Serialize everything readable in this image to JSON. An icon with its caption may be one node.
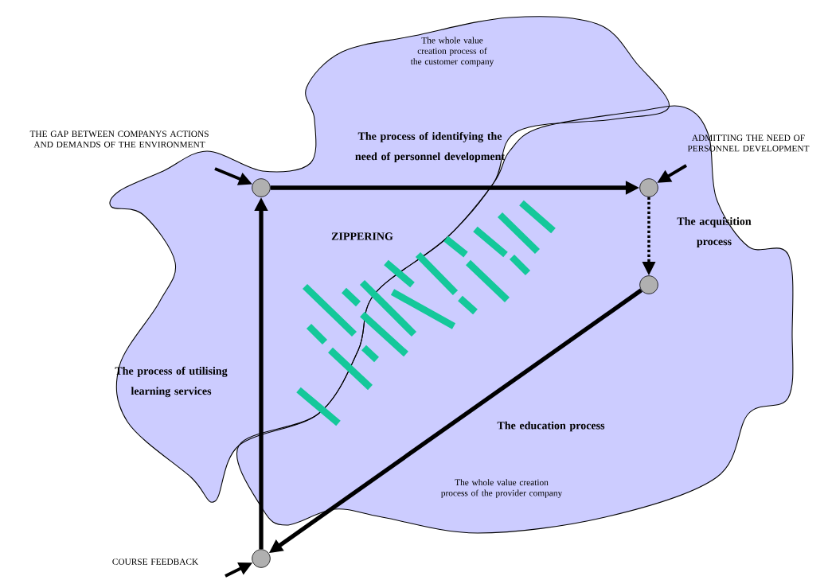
{
  "diagram": {
    "nodes": [
      {
        "text": [],
        "shape": "circle"
      },
      {
        "text": [],
        "shape": "circle"
      },
      {
        "text": [],
        "shape": "circle"
      },
      {
        "text": [],
        "shape": "circle"
      }
    ],
    "edges": [
      {
        "from": 0,
        "to": 1,
        "arrow": "to",
        "label": "The process of  identifying the need of personnel development"
      },
      {
        "from": 1,
        "to": 2,
        "arrow": "to",
        "style": "dashed",
        "label": "The acquisition process"
      },
      {
        "from": 2,
        "to": 3,
        "arrow": "to",
        "label": "The education process"
      },
      {
        "from": 3,
        "to": 0,
        "arrow": "to",
        "label": "The process of utilising learning services"
      },
      {
        "from": null,
        "to": 0,
        "arrow": "to"
      },
      {
        "from": null,
        "to": 1,
        "arrow": "to"
      },
      {
        "from": null,
        "to": 3,
        "arrow": "to"
      }
    ],
    "labels": [
      "The whole value creation  process of the customer company",
      "THE GAP BETWEEN COMPANYS ACTIONS AND DEMANDS OF THE ENVIRONMENT",
      "ADMITTING THE NEED OF PERSONNEL DEVELOPMENT",
      "ZIPPERING",
      "The whole value creation process of the provider company",
      "COURSE FEEDBACK"
    ]
  }
}
